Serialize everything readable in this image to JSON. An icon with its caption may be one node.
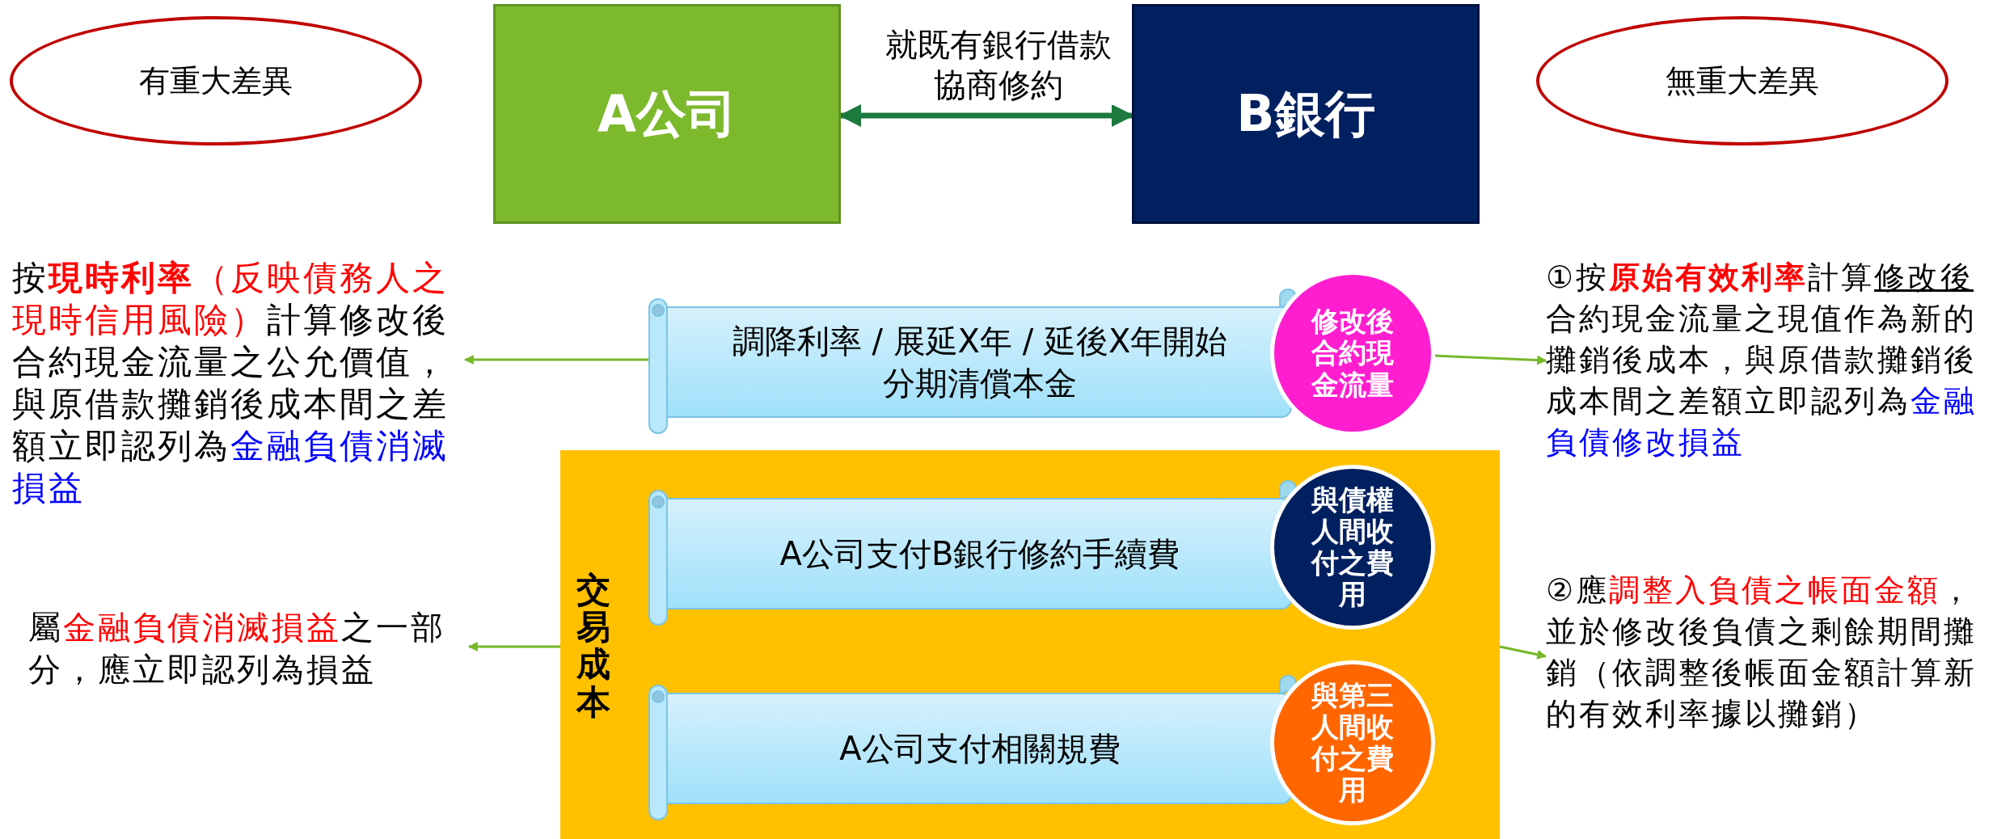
{
  "diagram": {
    "nodes": [
      {
        "text": [
          "有重大差異"
        ]
      },
      {
        "text": [
          "A公司"
        ]
      },
      {
        "text": [
          "B銀行"
        ]
      },
      {
        "text": [
          "無重大差異"
        ]
      },
      {
        "text": [
          "按**現時利率**（反映債務人之現時信用風險）計算修改後合約現金流量之公允價值，與原借款攤銷後成本間之差額立即認列為金融負債消滅損益"
        ]
      },
      {
        "text": [
          "調降利率 / 展延X年 / 延後X年開始分期清償本金"
        ]
      },
      {
        "text": [
          "修改後合約現金流量"
        ]
      },
      {
        "text": [
          "①按**原始有效利率**計算修改後合約現金流量之現值作為新的攤銷後成本，與原借款攤銷後成本間之差額立即認列為金融負債修改損益"
        ]
      },
      {
        "text": [
          "交易成本"
        ]
      },
      {
        "text": [
          "A公司支付B銀行修約手續費"
        ],
        "in": 8
      },
      {
        "text": [
          "與債權人間收付之費用"
        ],
        "in": 8
      },
      {
        "text": [
          "A公司支付相關規費"
        ],
        "in": 8
      },
      {
        "text": [
          "與第三人間收付之費用"
        ],
        "in": 8
      },
      {
        "text": [
          "屬金融負債消滅損益之一部分，應立即認列為損益"
        ]
      },
      {
        "text": [
          "②應調整入負債之帳面金額，並於修改後負債之剩餘期間攤銷（依調整後帳面金額計算新的有效利率據以攤銷）"
        ]
      }
    ],
    "edges": [
      {
        "from": 1,
        "to": 2,
        "arrow": "both",
        "label": "就既有銀行借款協商修約",
        "style": "thick",
        "color": "#1c7a3e"
      },
      {
        "from": 5,
        "to": 4,
        "arrow": "to"
      },
      {
        "from": 6,
        "to": 7,
        "arrow": "to"
      },
      {
        "from": 8,
        "to": 13,
        "arrow": "to"
      },
      {
        "from": 8,
        "to": 14,
        "arrow": "to"
      }
    ]
  }
}
